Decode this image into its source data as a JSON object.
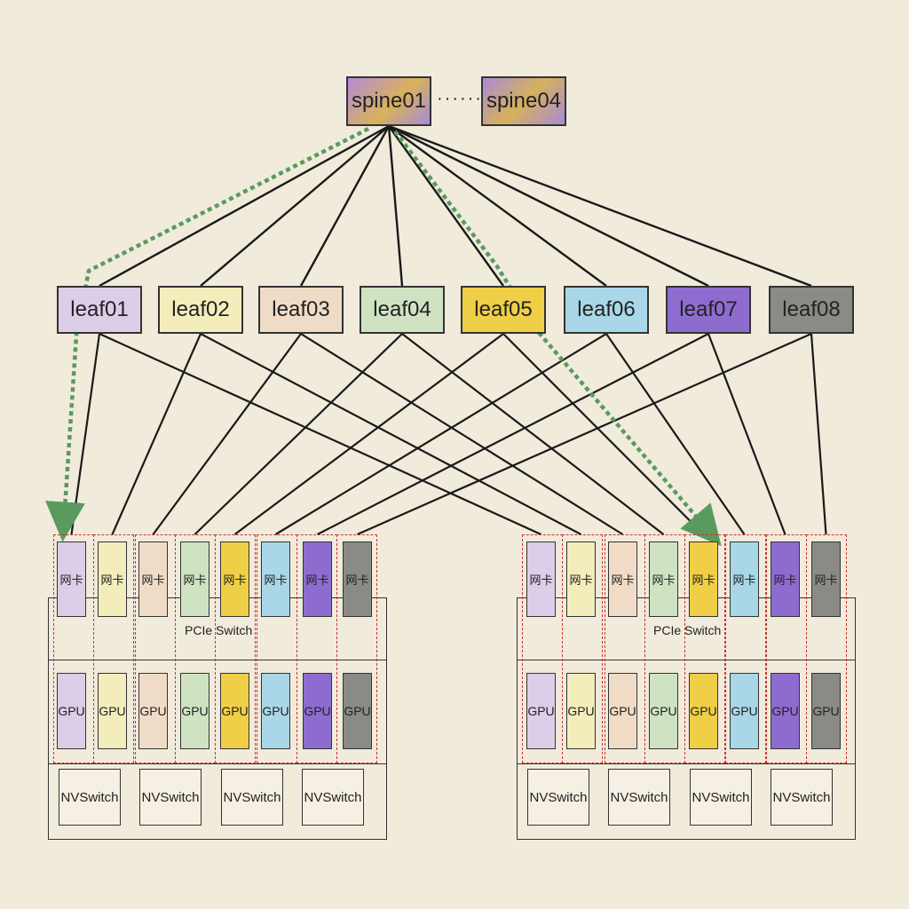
{
  "spines": [
    {
      "label": "spine01"
    },
    {
      "label": "spine04"
    }
  ],
  "spine_ellipsis": "······",
  "leaves": [
    {
      "label": "leaf01",
      "color": "#dccde8"
    },
    {
      "label": "leaf02",
      "color": "#f3edbc"
    },
    {
      "label": "leaf03",
      "color": "#f0dcc6"
    },
    {
      "label": "leaf04",
      "color": "#cfe3c3"
    },
    {
      "label": "leaf05",
      "color": "#efcf45"
    },
    {
      "label": "leaf06",
      "color": "#a9d7e8"
    },
    {
      "label": "leaf07",
      "color": "#8e6ccf"
    },
    {
      "label": "leaf08",
      "color": "#8a8a86"
    }
  ],
  "servers": [
    {
      "nic_label": "网卡",
      "gpu_label": "GPU",
      "pcie_label": "PCIe Switch",
      "nvswitches": [
        "NVSwitch",
        "NVSwitch",
        "NVSwitch",
        "NVSwitch"
      ]
    },
    {
      "nic_label": "网卡",
      "gpu_label": "GPU",
      "pcie_label": "PCIe Switch",
      "nvswitches": [
        "NVSwitch",
        "NVSwitch",
        "NVSwitch",
        "NVSwitch"
      ]
    }
  ],
  "colors": {
    "background": "#f1ebdc",
    "line": "#1a1a1a",
    "path": "#5a9a5e",
    "rail_dash": "#cc3333",
    "spine_fill": "#a98bd6"
  }
}
